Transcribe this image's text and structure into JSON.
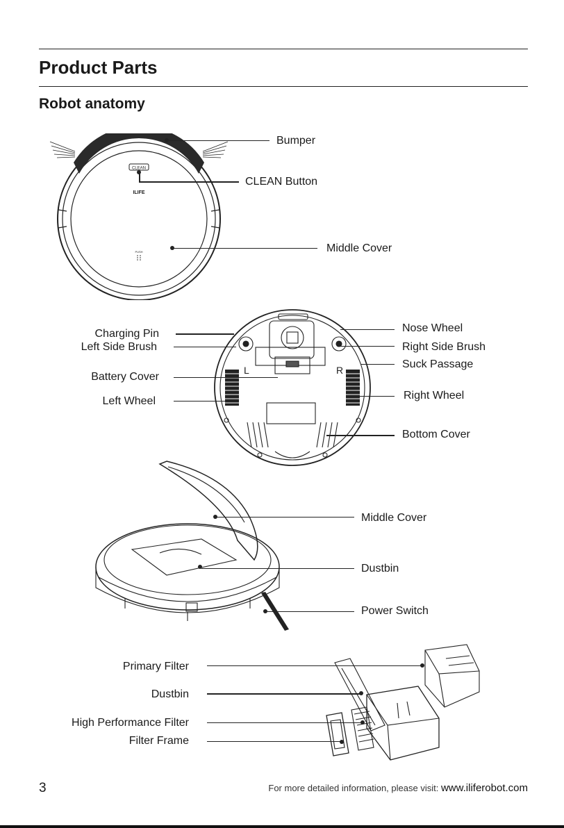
{
  "page": {
    "title": "Product Parts",
    "subtitle": "Robot anatomy",
    "page_number": "3",
    "footer_text": "For more detailed information, please visit:",
    "footer_url": "www.iliferobot.com"
  },
  "top_view": {
    "brand": "ILIFE",
    "button_text": "CLEAN",
    "push_text": "PUSH",
    "labels": {
      "bumper": "Bumper",
      "clean_button": "CLEAN Button",
      "middle_cover": "Middle Cover"
    }
  },
  "bottom_view": {
    "left_mark": "L",
    "right_mark": "R",
    "labels": {
      "charging_pin": "Charging Pin",
      "left_side_brush": "Left Side Brush",
      "battery_cover": "Battery Cover",
      "left_wheel": "Left Wheel",
      "nose_wheel": "Nose Wheel",
      "right_side_brush": "Right Side Brush",
      "suck_passage": "Suck Passage",
      "right_wheel": "Right Wheel",
      "bottom_cover": "Bottom Cover"
    }
  },
  "open_view": {
    "labels": {
      "middle_cover": "Middle Cover",
      "dustbin": "Dustbin",
      "power_switch": "Power Switch"
    }
  },
  "dustbin_view": {
    "labels": {
      "primary_filter": "Primary Filter",
      "dustbin": "Dustbin",
      "high_performance_filter": "High Performance Filter",
      "filter_frame": "Filter Frame"
    }
  }
}
